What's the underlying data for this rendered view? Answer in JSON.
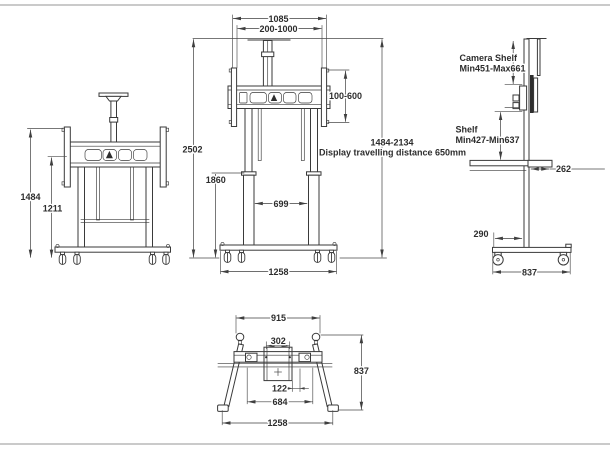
{
  "page": {
    "background": "#ffffff",
    "line_color": "#3a3a3a",
    "rule_color": "#c3c3c3"
  },
  "front_lowered": {
    "overall_height": "1484",
    "bracket_height": "1211"
  },
  "front_raised": {
    "outer_width": "1085",
    "vesa_width": "200-1000",
    "total_height": "2502",
    "frame_height": "1860",
    "vesa_height": "100-600",
    "column_gap": "699",
    "height_range": "1484-2134",
    "travel_note": "Display travelling distance 650mm",
    "base_width": "1258"
  },
  "side": {
    "camera_shelf_label": "Camera Shelf",
    "camera_shelf_range": "Min451-Max661",
    "shelf_label": "Shelf",
    "shelf_range": "Min427-Min637",
    "shelf_depth": "262",
    "column_setback": "290",
    "base_depth": "837"
  },
  "top": {
    "front_width": "915",
    "plate_width": "302",
    "plate_offset": "122",
    "inner_width": "684",
    "base_width": "1258",
    "base_depth": "837"
  }
}
